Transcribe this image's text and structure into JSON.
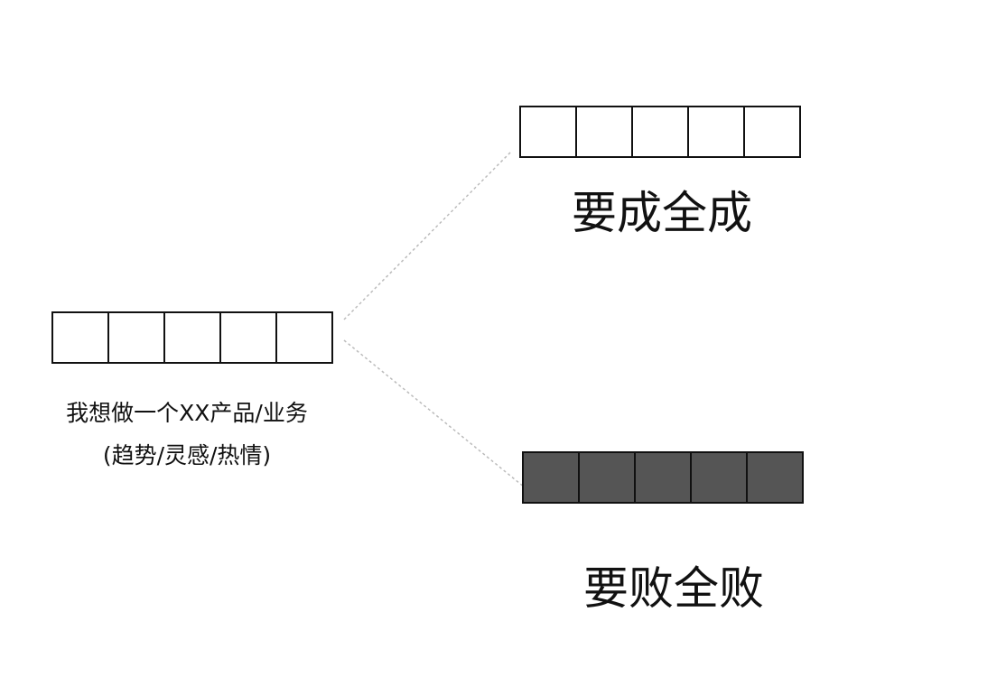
{
  "input": {
    "line1": "我想做一个XX产品/业务",
    "line2": "(趋势/灵感/热情)",
    "cell_count": 5
  },
  "outcome_success": {
    "label": "要成全成",
    "cell_count": 5,
    "fill": "none"
  },
  "outcome_failure": {
    "label": "要败全败",
    "cell_count": 5,
    "fill": "#555555"
  },
  "colors": {
    "border": "#111111",
    "connector": "#bbbbbb",
    "filled_cell": "#555555"
  }
}
